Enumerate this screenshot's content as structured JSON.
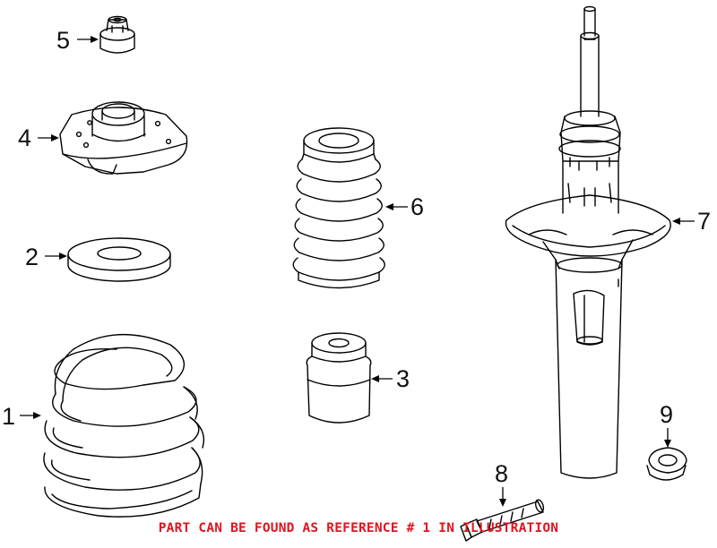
{
  "callouts": {
    "c1": "1",
    "c2": "2",
    "c3": "3",
    "c4": "4",
    "c5": "5",
    "c6": "6",
    "c7": "7",
    "c8": "8",
    "c9": "9"
  },
  "footer_note": "PART CAN BE FOUND AS REFERENCE # 1 IN ILLUSTRATION",
  "colors": {
    "footer_text": "#e0141e",
    "line_art": "#000000",
    "background": "#ffffff"
  }
}
